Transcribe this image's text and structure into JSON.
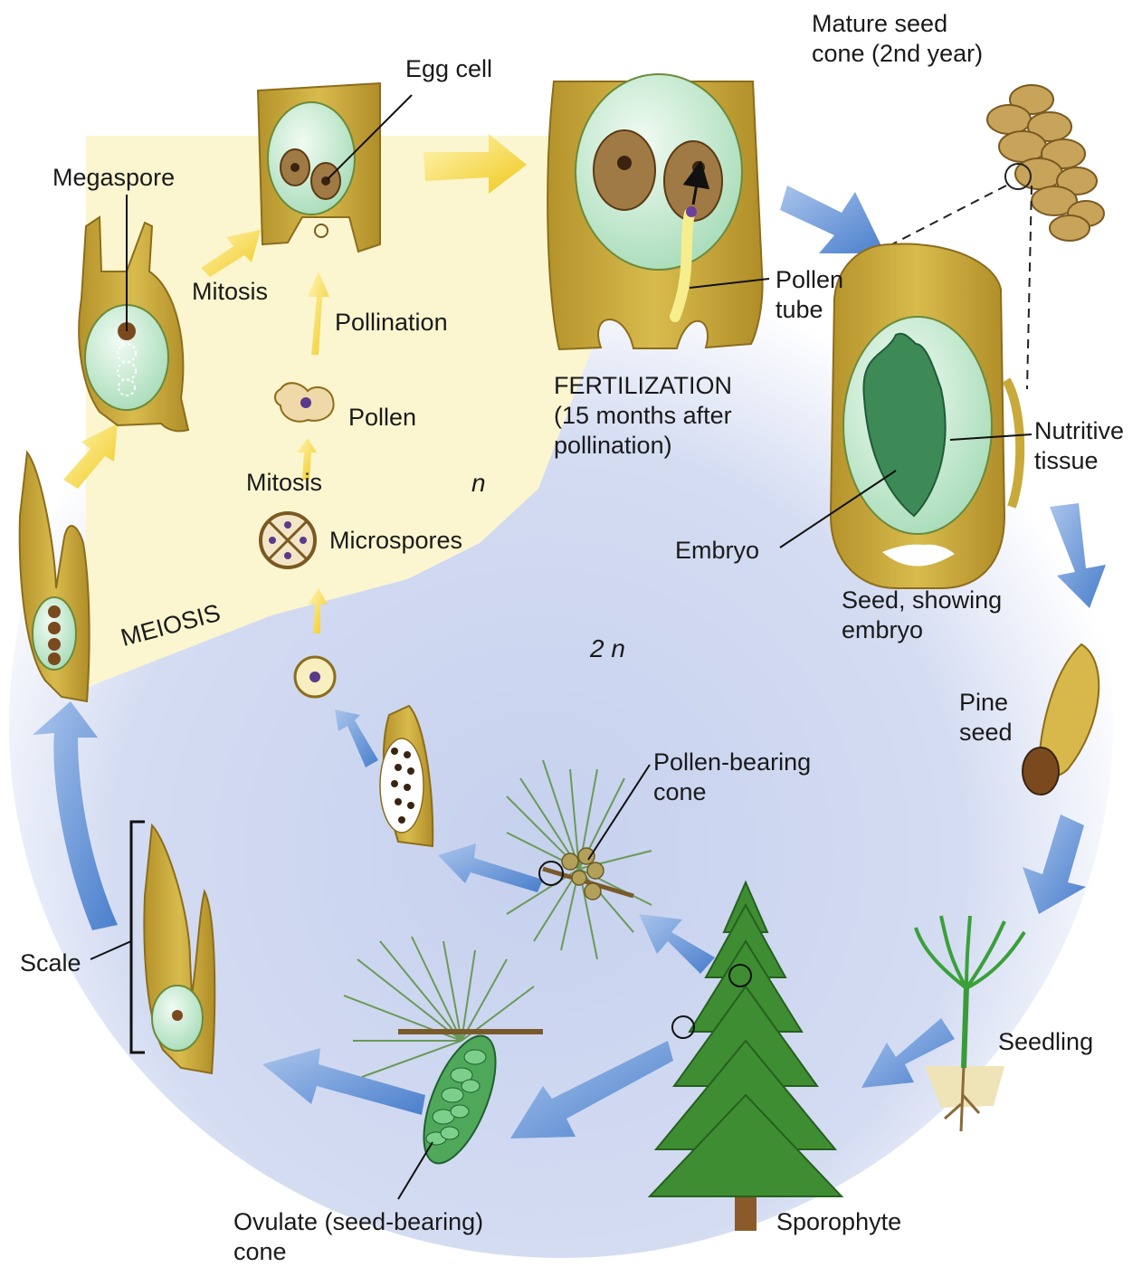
{
  "labels": {
    "mature_seed_cone": "Mature seed\ncone (2nd year)",
    "egg_cell": "Egg cell",
    "megaspore": "Megaspore",
    "mitosis_1": "Mitosis",
    "pollination": "Pollination",
    "pollen": "Pollen",
    "mitosis_2": "Mitosis",
    "n": "n",
    "microspores": "Microspores",
    "meiosis": "MEIOSIS",
    "fertilization": "FERTILIZATION\n(15 months after\npollination)",
    "pollen_tube": "Pollen\ntube",
    "nutritive_tissue": "Nutritive\ntissue",
    "embryo": "Embryo",
    "seed_showing_embryo": "Seed, showing\nembryo",
    "two_n": "2 n",
    "pine_seed": "Pine\nseed",
    "pollen_bearing_cone": "Pollen-bearing\ncone",
    "seedling": "Seedling",
    "scale": "Scale",
    "sporophyte": "Sporophyte",
    "ovulate_cone": "Ovulate (seed-bearing)\ncone"
  },
  "colors": {
    "haploid_region": "#fbf6cf",
    "diploid_region": "#c9d3ee",
    "tissue": "#c8a93a",
    "embryo_sac": "#bfe6cc",
    "blue_arrow": "#5b8fd3",
    "yellow_arrow": "#f4d32a",
    "tree_green": "#3f8d32",
    "trunk": "#8a5a2b"
  }
}
